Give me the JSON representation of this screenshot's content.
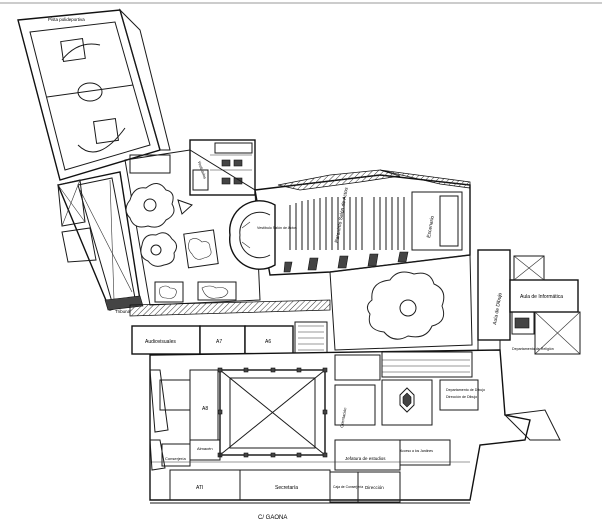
{
  "plan": {
    "street_label": "C/ GAONA",
    "rooms": {
      "pista": "Pista polideportiva",
      "vestuarios": "Vestuarios",
      "tribuna": "Tribuna",
      "paraninfo": "Paraninfo Salón de Actos",
      "escenario": "Escenario",
      "vestibulo": "Vestíbulo Salón de Actos",
      "audiovisuales": "Audiovisuales",
      "a7": "A7",
      "a6": "A6",
      "a8": "A8",
      "aula_dibujo": "Aula de Dibujo",
      "aula_informatica": "Aula de Informática",
      "depto_religion": "Departamento de Religión",
      "depto_dibujo": "Departamento de Dibujo",
      "direccion_dibujo": "Dirección de Dibujo",
      "jefatura": "Jefatura de estudios",
      "secretaria": "Secretaría",
      "conserjeria": "Conserjería",
      "almacen": "Almacén",
      "direccion": "Dirección",
      "orientacion": "Orientación",
      "caja": "Caja de Conserjería",
      "ati": "ATI",
      "acceso": "Acceso a los Jardines"
    }
  }
}
